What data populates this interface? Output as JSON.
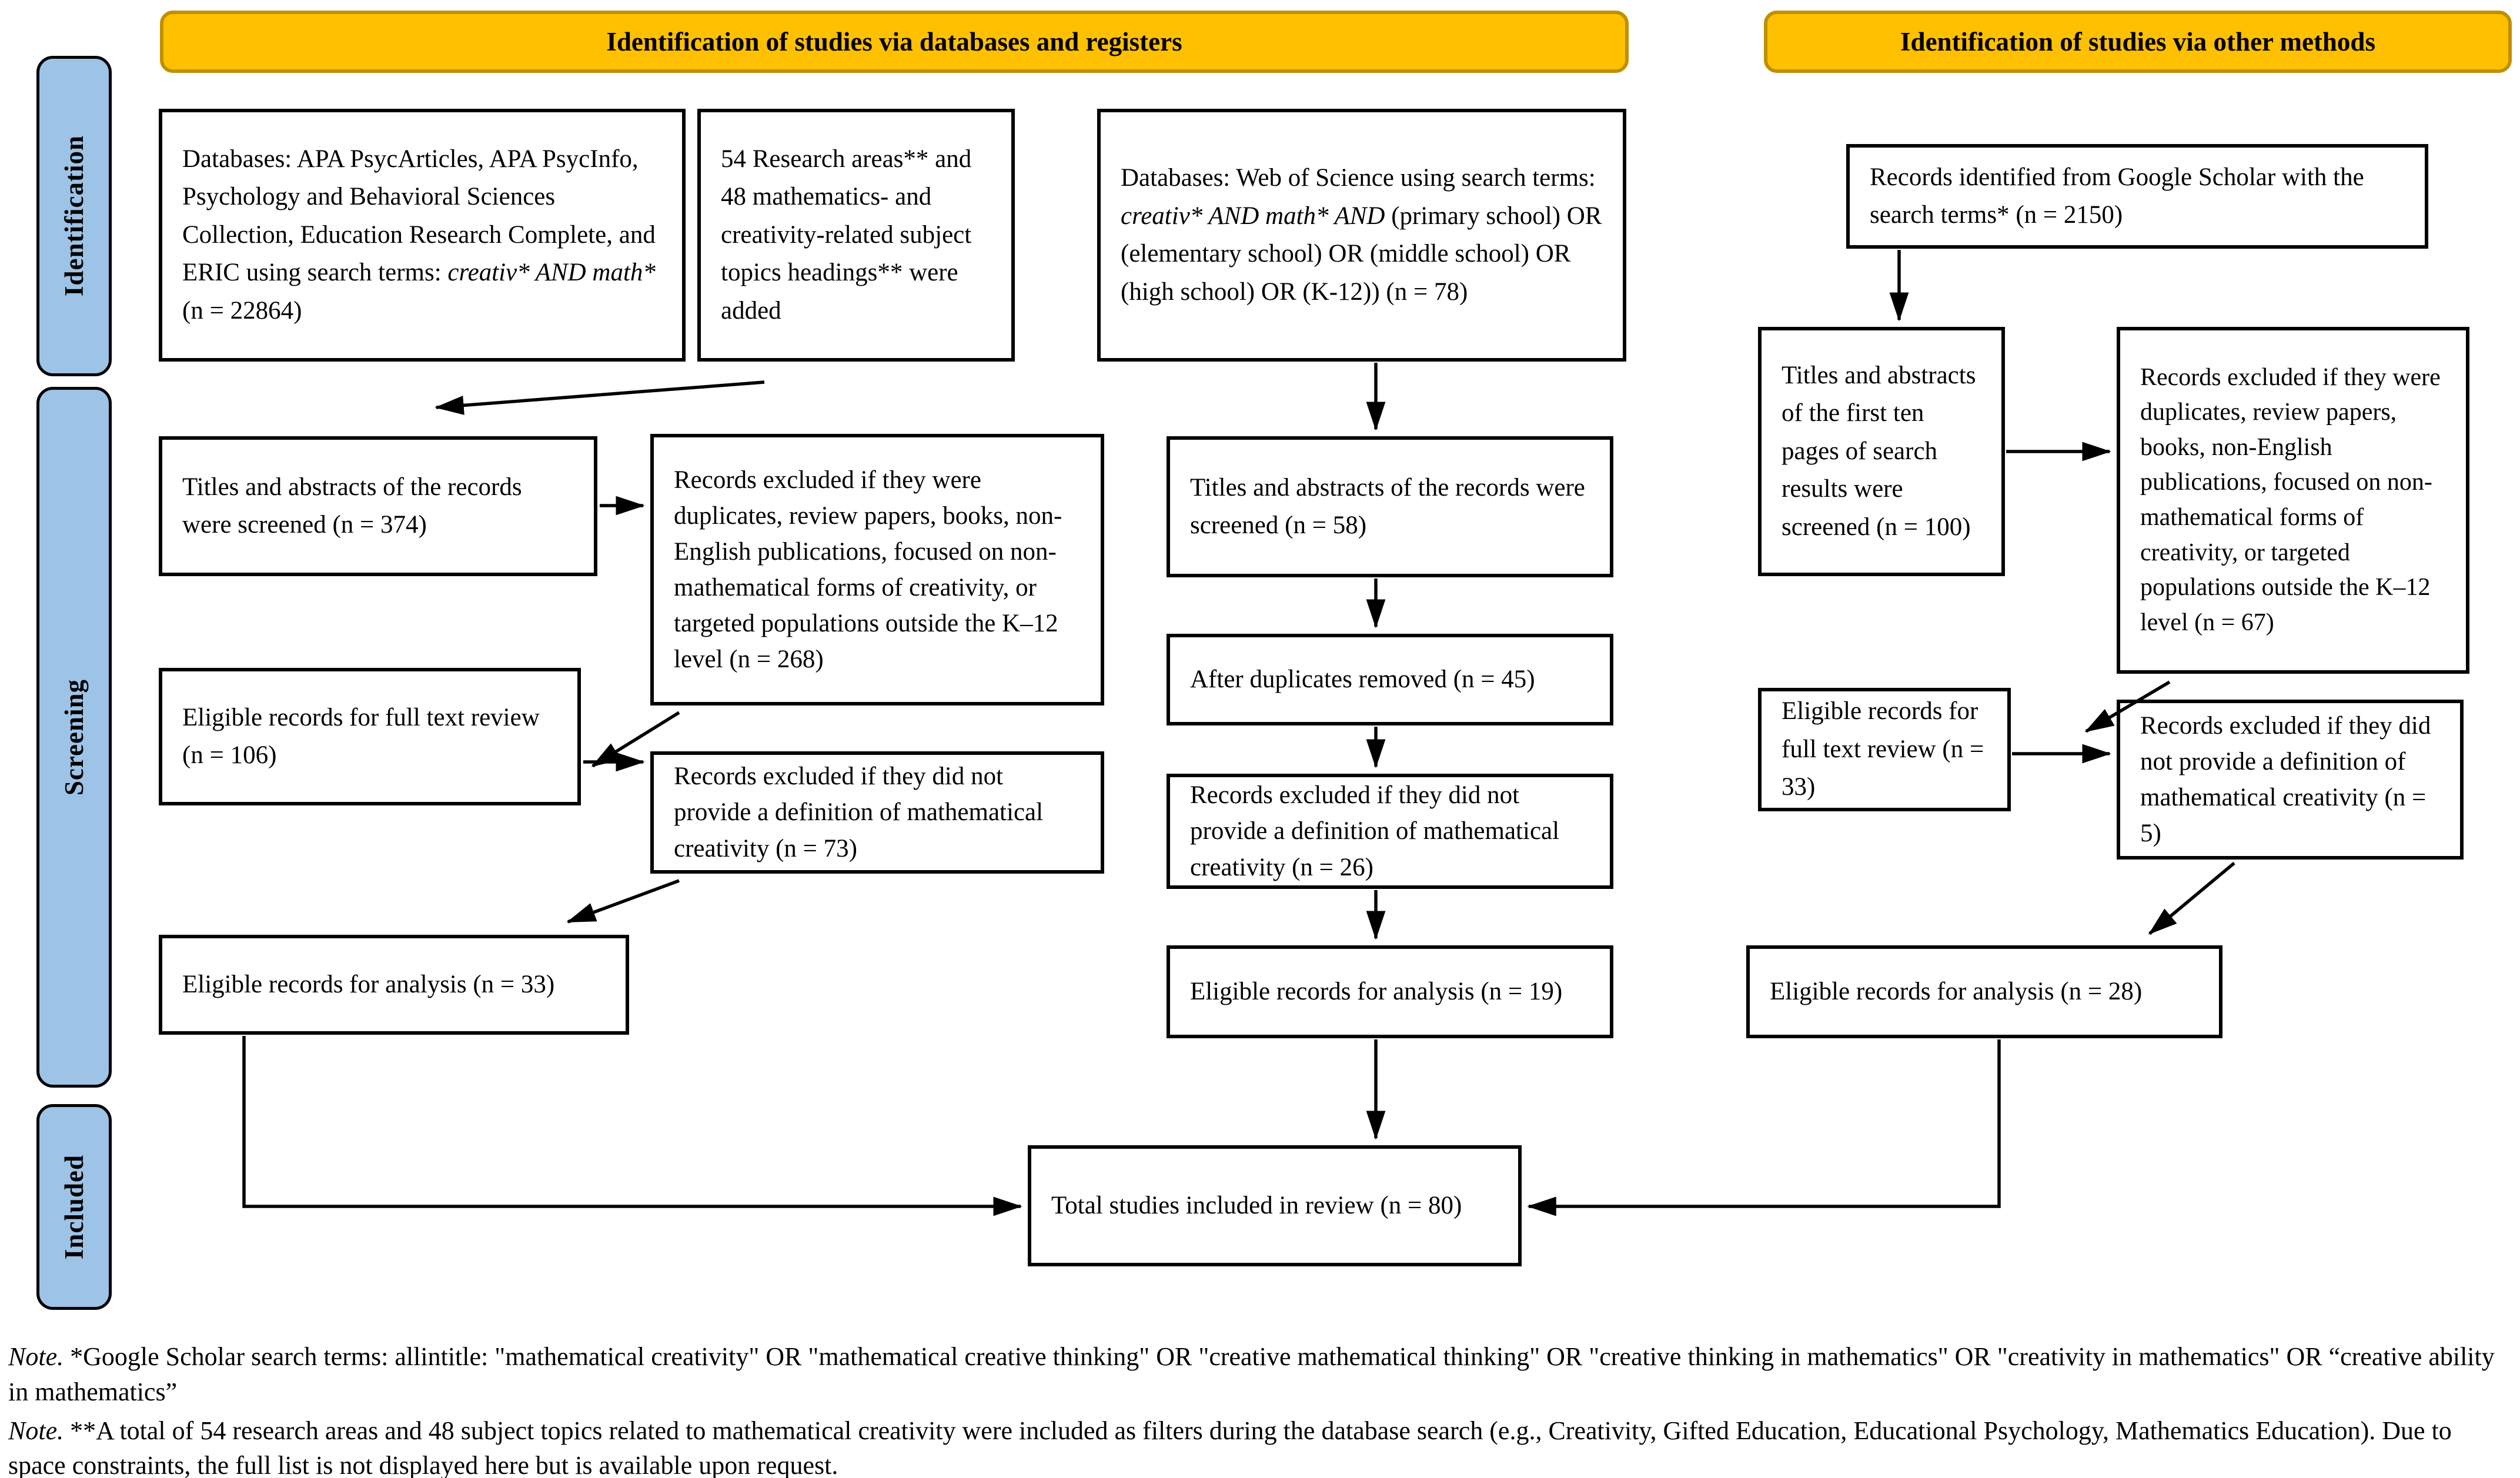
{
  "headers": {
    "left": "Identification of studies via databases and registers",
    "right": "Identification of studies via other methods"
  },
  "stages": {
    "identification": "Identification",
    "screening": "Screening",
    "included": "Included"
  },
  "colors": {
    "header_bg": "#FFC000",
    "header_border": "#BF9000",
    "stage_bg": "#9DC3E6",
    "box_border": "#000000"
  },
  "boxes": {
    "db_sources": {
      "pre": "Databases: APA PsycArticles, APA PsycInfo, Psychology and Behavioral Sciences Collection, Education Research Complete, and ERIC using search terms: ",
      "italic": "creativ* AND math*",
      "post": " (n = 22864)"
    },
    "research_areas": "54 Research areas** and 48 mathematics- and creativity-related subject topics headings** were added",
    "wos": {
      "pre": "Databases: Web of Science using search terms: ",
      "italic": "creativ* AND math* AND",
      "post": " (primary school) OR (elementary school) OR (middle school) OR (high school) OR (K-12)) (n = 78)"
    },
    "google_scholar": "Records identified from Google Scholar with the search terms* (n = 2150)",
    "screened_374": "Titles and abstracts of the records were screened (n = 374)",
    "excluded_268": "Records excluded if they were duplicates, review papers, books, non-English publications, focused on non-mathematical forms of creativity, or targeted populations outside the K–12 level (n = 268)",
    "fulltext_106": "Eligible records for full text review (n = 106)",
    "excluded_73": "Records excluded if they did not provide a definition of mathematical creativity (n = 73)",
    "analysis_33": "Eligible records for analysis (n = 33)",
    "screened_58": "Titles and abstracts of the records were screened (n = 58)",
    "duplicates_45": "After duplicates removed (n = 45)",
    "excluded_26": "Records excluded if they did not provide a definition of mathematical creativity (n = 26)",
    "analysis_19": "Eligible records for analysis (n = 19)",
    "screened_100": "Titles and abstracts of the first ten pages of search results were screened (n = 100)",
    "excluded_67": "Records excluded if they were duplicates, review papers, books, non-English publications, focused on non-mathematical forms of creativity, or targeted populations outside the K–12 level (n = 67)",
    "fulltext_33": "Eligible records for full text review (n = 33)",
    "excluded_5": "Records excluded if they did not provide a definition of mathematical creativity (n = 5)",
    "analysis_28": "Eligible records for analysis (n = 28)",
    "total_80": "Total studies included in review (n = 80)"
  },
  "notes": {
    "note1_label": "Note.",
    "note1_text": " *Google Scholar search terms: allintitle: \"mathematical creativity\" OR \"mathematical creative thinking\" OR \"creative mathematical thinking\" OR \"creative thinking in mathematics\" OR \"creativity in mathematics\" OR “creative ability in mathematics”",
    "note2_label": "Note.",
    "note2_text": " **A total of 54 research areas and 48 subject topics related to mathematical creativity were included as filters during the database search (e.g., Creativity, Gifted Education, Educational Psychology, Mathematics Education). Due to space constraints, the full list is not displayed here but is available upon request."
  }
}
